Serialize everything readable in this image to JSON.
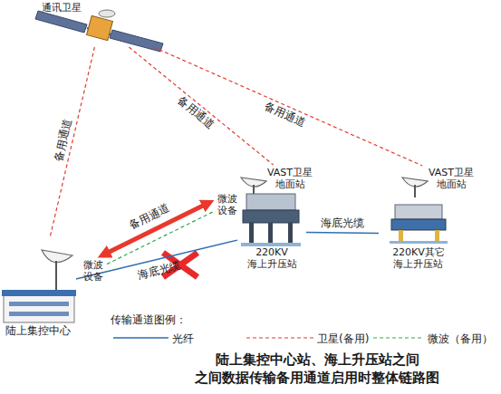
{
  "diagram": {
    "title": "陆上集控中心站、海上升压站之间 之间数据传输备用通道启用时整体链路图",
    "nodes": [
      {
        "text": [
          "通讯卫星"
        ]
      },
      {
        "text": [
          "VAST卫星 地面站"
        ]
      },
      {
        "text": [
          "VAST卫星 地面站"
        ]
      },
      {
        "text": [
          "微波 设备"
        ]
      },
      {
        "text": [
          "220KV 海上升压站"
        ]
      },
      {
        "text": [
          "220KV其它 海上升压站"
        ]
      },
      {
        "text": [
          "微波 设备"
        ]
      },
      {
        "text": [
          "陆上集控中心"
        ]
      }
    ],
    "edges": [
      {
        "from": 0,
        "to": 7,
        "arrow": "none",
        "label": "备用通道"
      },
      {
        "from": 0,
        "to": 1,
        "arrow": "none",
        "label": "备用通道"
      },
      {
        "from": 0,
        "to": 2,
        "arrow": "none",
        "label": "备用通道"
      },
      {
        "from": 4,
        "to": 5,
        "arrow": "none",
        "label": "海底光缆"
      },
      {
        "from": 7,
        "to": 4,
        "arrow": "none",
        "label": "海底光缆"
      },
      {
        "from": 6,
        "to": 3,
        "arrow": "none"
      },
      {
        "from": 3,
        "to": 6,
        "arrow": "both",
        "label": "备用通道"
      }
    ],
    "labels": [
      "传输通道图例："
    ],
    "legend": [
      {
        "text": "光纤"
      },
      {
        "text": "卫星(备用)"
      },
      {
        "text": "微波（备用）"
      }
    ]
  }
}
